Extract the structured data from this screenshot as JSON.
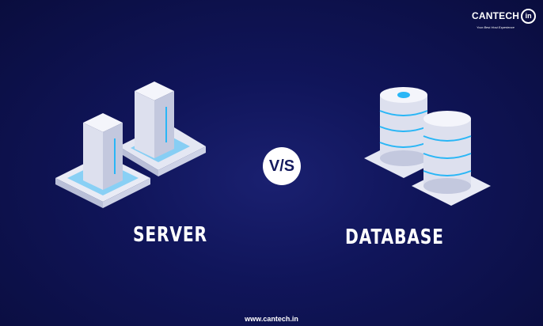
{
  "logo": {
    "name": "CANTECH",
    "suffix": "in",
    "tagline": "Your Best Host Experience"
  },
  "labels": {
    "left": "SERVER",
    "right": "DATABASE",
    "versus": "V/S"
  },
  "footer": {
    "url": "www.cantech.in"
  },
  "colors": {
    "background": "#10155a",
    "accent": "#29b6f6",
    "text": "#ffffff"
  }
}
